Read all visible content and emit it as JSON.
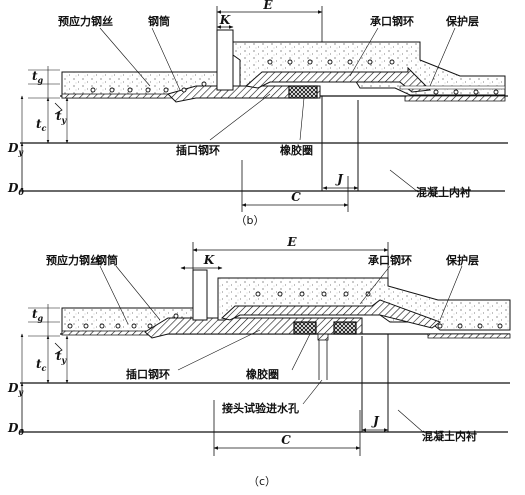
{
  "figures": [
    {
      "caption": "（b）",
      "labels": {
        "prestressed_wire": "预应力钢丝",
        "steel_cylinder": "钢筒",
        "bell_ring": "承口钢环",
        "cover_layer": "保护层",
        "spigot_ring": "插口钢环",
        "rubber_gasket": "橡胶圈",
        "concrete_lining": "混凝土内衬"
      },
      "dims": {
        "K": "K",
        "E": "E",
        "J": "J",
        "C": "C",
        "Dy": "D",
        "Dy_sub": "y",
        "Do": "D",
        "Do_sub": "0",
        "tg": "t",
        "tg_sub": "g",
        "ty": "t",
        "ty_sub": "y",
        "tc": "t",
        "tc_sub": "c"
      }
    },
    {
      "caption": "（c）",
      "labels": {
        "prestressed_wire": "预应力钢丝",
        "steel_cylinder": "钢筒",
        "bell_ring": "承口钢环",
        "cover_layer": "保护层",
        "spigot_ring": "插口钢环",
        "rubber_gasket": "橡胶圈",
        "test_inlet": "接头试验进水孔",
        "concrete_lining": "混凝土内衬"
      },
      "dims": {
        "K": "K",
        "E": "E",
        "J": "J",
        "C": "C",
        "Dy": "D",
        "Dy_sub": "y",
        "Do": "D",
        "Do_sub": "0",
        "tg": "t",
        "tg_sub": "g",
        "ty": "t",
        "ty_sub": "y",
        "tc": "t",
        "tc_sub": "c"
      }
    }
  ]
}
